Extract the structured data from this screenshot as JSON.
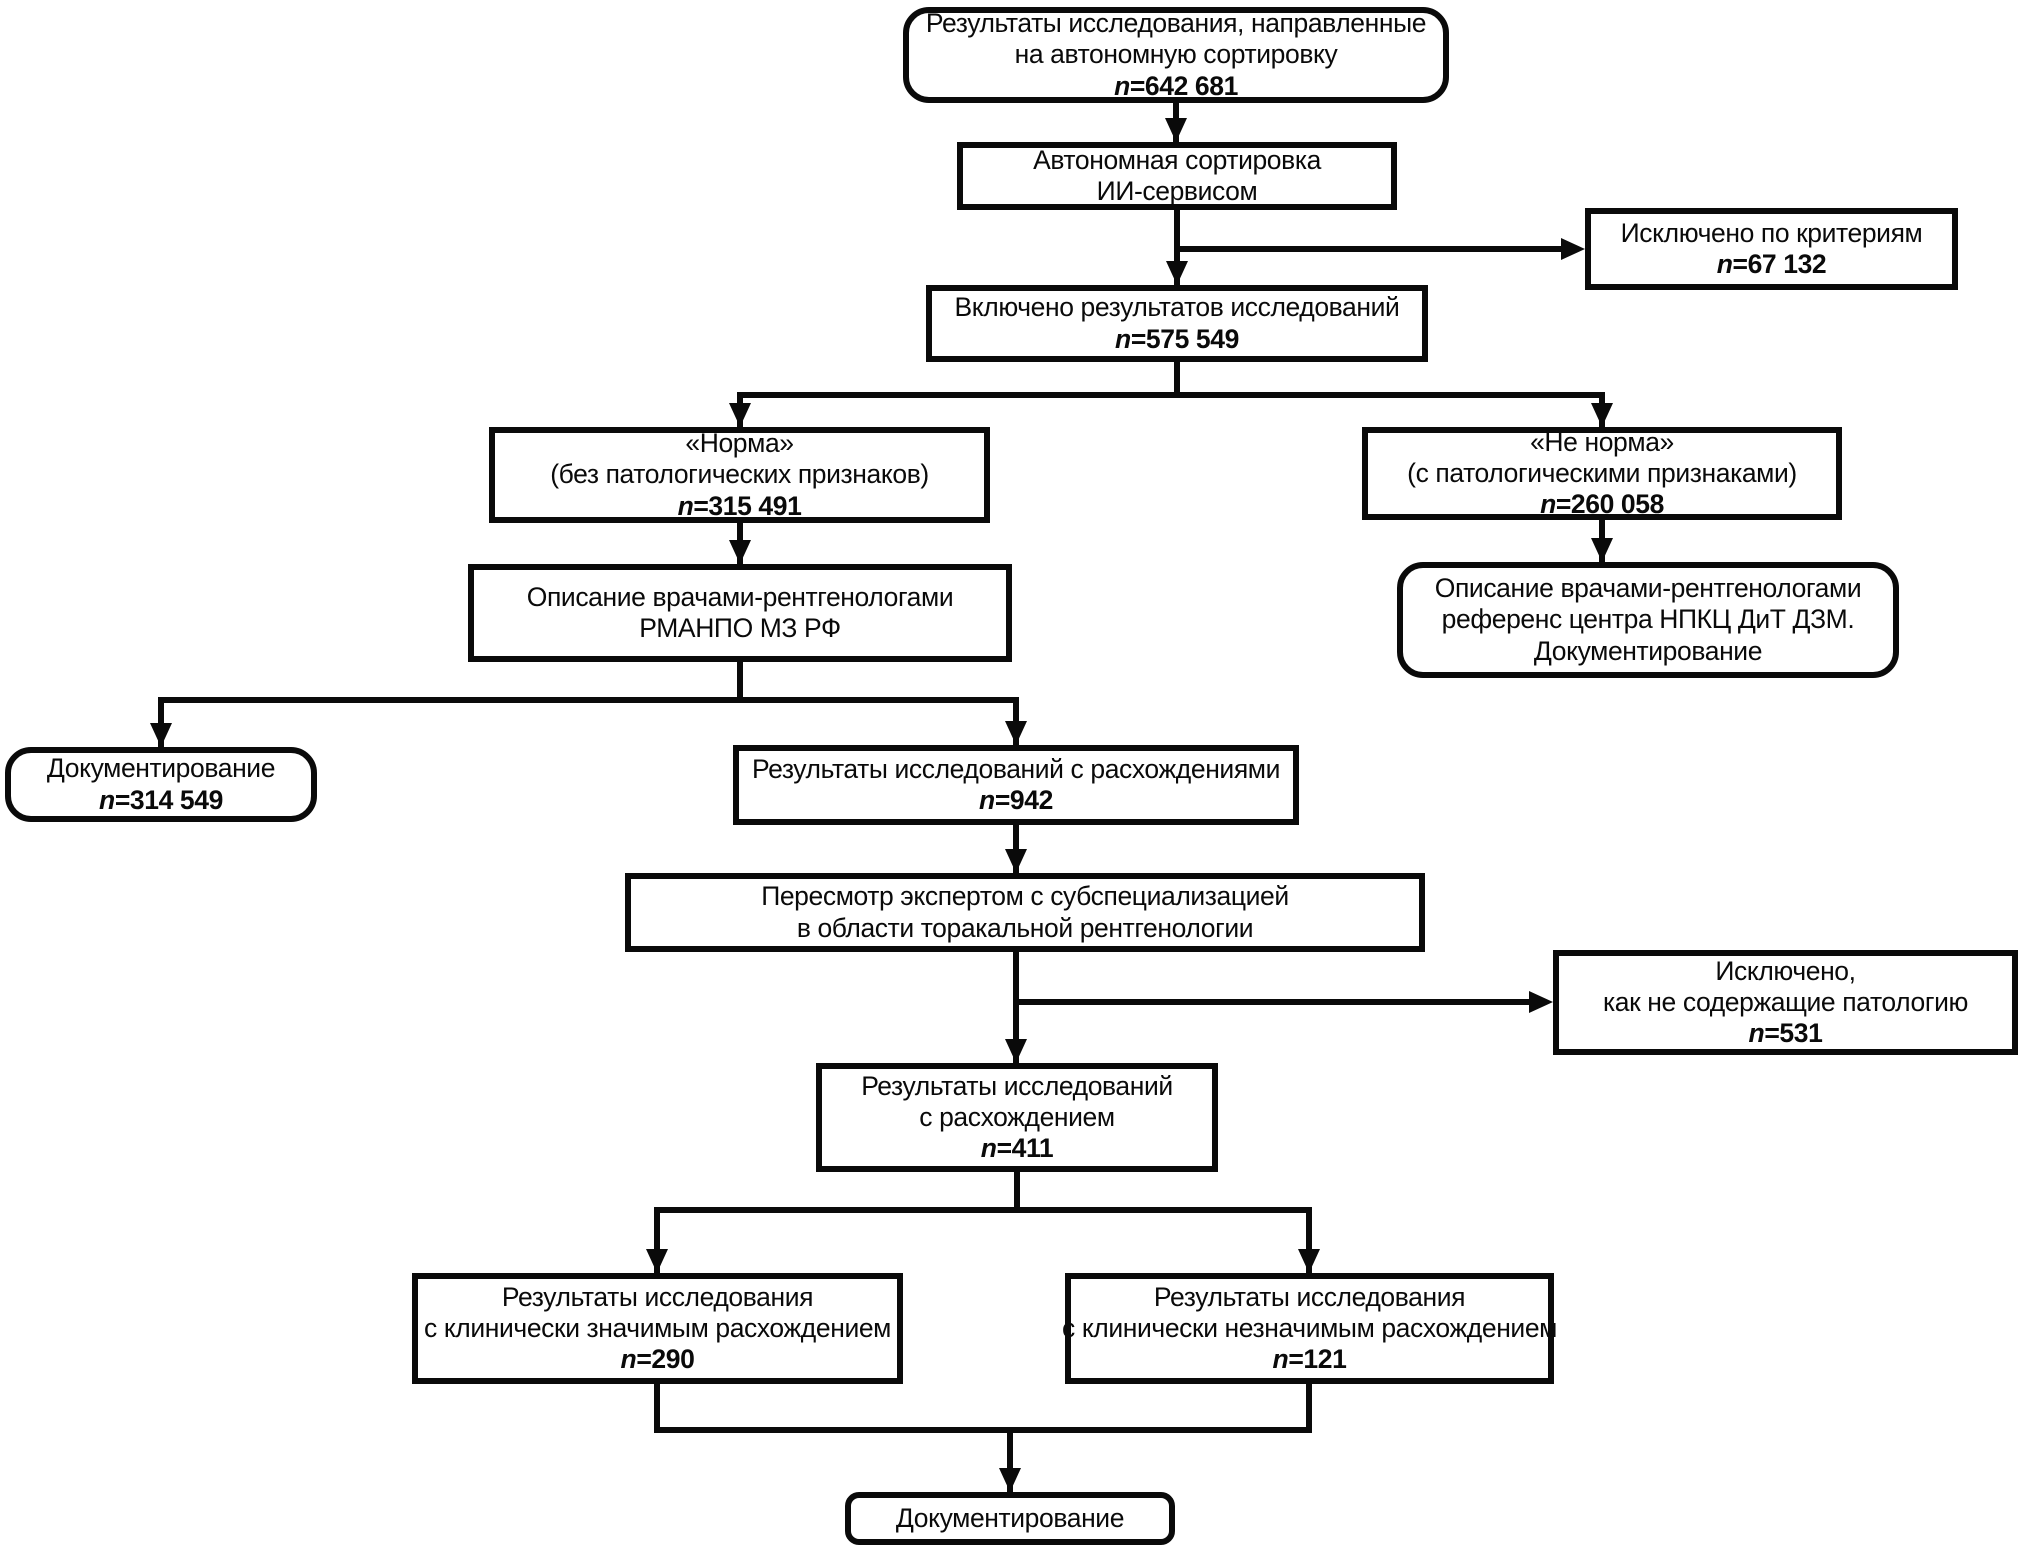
{
  "diagram": {
    "type": "flowchart",
    "language": "ru",
    "description": "Flow of radiology study results through autonomous AI-service sorting, radiologist description, expert review and documentation"
  },
  "colors": {
    "line": "#0a0a0a",
    "box_background": "#ffffff",
    "page_background": "#ffffff"
  },
  "nodes": {
    "start": {
      "lines": [
        "Результаты исследования, направленные",
        "на автономную сортировку"
      ],
      "n_prefix": "n",
      "n_value": "=642 681"
    },
    "sorting": {
      "lines": [
        "Автономная сортировка",
        "ИИ-сервисом"
      ]
    },
    "excluded_criteria": {
      "lines": [
        "Исключено по критериям"
      ],
      "n_prefix": "n",
      "n_value": "=67 132"
    },
    "included": {
      "lines": [
        "Включено результатов исследований"
      ],
      "n_prefix": "n",
      "n_value": "=575 549"
    },
    "norm": {
      "lines": [
        "«Норма»",
        "(без патологических признаков)"
      ],
      "n_prefix": "n",
      "n_value": "=315 491"
    },
    "not_norm": {
      "lines": [
        "«Не норма»",
        "(с патологическими признаками)"
      ],
      "n_prefix": "n",
      "n_value": "=260 058"
    },
    "desc_rmanpo": {
      "lines": [
        "Описание врачами-рентгенологами",
        "РМАНПО МЗ РФ"
      ]
    },
    "desc_ref": {
      "lines": [
        "Описание врачами-рентгенологами",
        "референс центра НПКЦ ДиТ ДЗМ.",
        "Документирование"
      ]
    },
    "doc_314": {
      "lines": [
        "Документирование"
      ],
      "n_prefix": "n",
      "n_value": "=314 549"
    },
    "discrepancies_942": {
      "lines": [
        "Результаты исследований с расхождениями"
      ],
      "n_prefix": "n",
      "n_value": "=942"
    },
    "review": {
      "lines": [
        "Пересмотр экспертом с субспециализацией",
        "в области торакальной рентгенологии"
      ]
    },
    "excluded_531": {
      "lines": [
        "Исключено,",
        "как не содержащие патологию"
      ],
      "n_prefix": "n",
      "n_value": "=531"
    },
    "discrepancy_411": {
      "lines": [
        "Результаты исследований",
        "с расхождением"
      ],
      "n_prefix": "n",
      "n_value": "=411"
    },
    "significant_290": {
      "lines": [
        "Результаты исследования",
        "с клинически значимым расхождением"
      ],
      "n_prefix": "n",
      "n_value": "=290"
    },
    "insignificant_121": {
      "lines": [
        "Результаты исследования",
        "с клинически незначимым расхождением"
      ],
      "n_prefix": "n",
      "n_value": "=121"
    },
    "doc_final": {
      "lines": [
        "Документирование"
      ]
    }
  }
}
